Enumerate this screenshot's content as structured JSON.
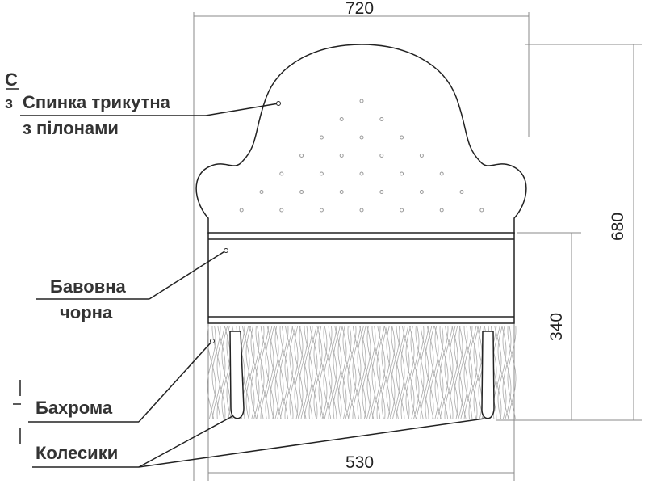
{
  "labels": {
    "backrest_prefix_top": "С",
    "backrest_prefix_bottom": "з",
    "backrest_line1": "Спинка трикутна",
    "backrest_line2": "з пілонами",
    "band_line1": "Бавовна",
    "band_line2": "чорна",
    "fringe": "Бахрома",
    "wheels": "Колесики"
  },
  "dimensions": {
    "total_width": "720",
    "total_height": "680",
    "base_height": "340",
    "base_width": "530"
  }
}
